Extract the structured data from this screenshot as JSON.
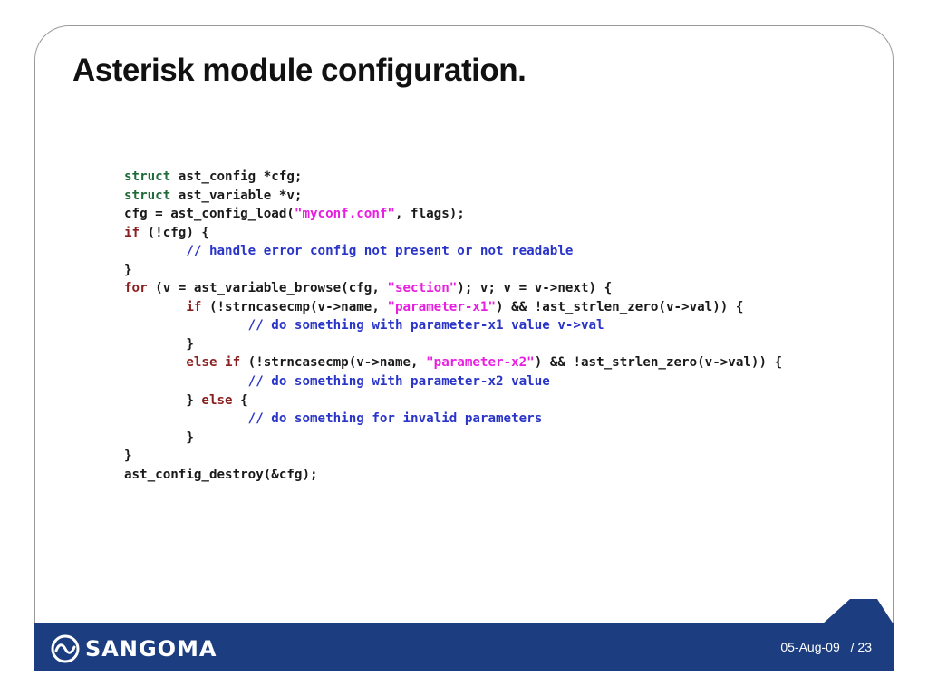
{
  "slide": {
    "title": "Asterisk module configuration."
  },
  "code": {
    "lines": [
      [
        {
          "t": "struct",
          "c": "kw-green"
        },
        {
          "t": " ast_config *cfg;",
          "c": ""
        }
      ],
      [
        {
          "t": "struct",
          "c": "kw-green"
        },
        {
          "t": " ast_variable *v;",
          "c": ""
        }
      ],
      [
        {
          "t": "cfg = ast_config_load(",
          "c": ""
        },
        {
          "t": "\"myconf.conf\"",
          "c": "str"
        },
        {
          "t": ", flags);",
          "c": ""
        }
      ],
      [
        {
          "t": "if",
          "c": "kw-red"
        },
        {
          "t": " (!cfg) {",
          "c": ""
        }
      ],
      [
        {
          "t": "        ",
          "c": ""
        },
        {
          "t": "// handle error config not present or not readable",
          "c": "cmt"
        }
      ],
      [
        {
          "t": "}",
          "c": ""
        }
      ],
      [
        {
          "t": "for",
          "c": "kw-red"
        },
        {
          "t": " (v = ast_variable_browse(cfg, ",
          "c": ""
        },
        {
          "t": "\"section\"",
          "c": "str"
        },
        {
          "t": "); v; v = v->next) {",
          "c": ""
        }
      ],
      [
        {
          "t": "        ",
          "c": ""
        },
        {
          "t": "if",
          "c": "kw-red"
        },
        {
          "t": " (!strncasecmp(v->name, ",
          "c": ""
        },
        {
          "t": "\"parameter-x1\"",
          "c": "str"
        },
        {
          "t": ") && !ast_strlen_zero(v->val)) {",
          "c": ""
        }
      ],
      [
        {
          "t": "                ",
          "c": ""
        },
        {
          "t": "// do something with parameter-x1 value v->val",
          "c": "cmt"
        }
      ],
      [
        {
          "t": "        }",
          "c": ""
        }
      ],
      [
        {
          "t": "        ",
          "c": ""
        },
        {
          "t": "else if",
          "c": "kw-red"
        },
        {
          "t": " (!strncasecmp(v->name, ",
          "c": ""
        },
        {
          "t": "\"parameter-x2\"",
          "c": "str"
        },
        {
          "t": ") && !ast_strlen_zero(v->val)) {",
          "c": ""
        }
      ],
      [
        {
          "t": "                ",
          "c": ""
        },
        {
          "t": "// do something with parameter-x2 value",
          "c": "cmt"
        }
      ],
      [
        {
          "t": "        } ",
          "c": ""
        },
        {
          "t": "else",
          "c": "kw-red"
        },
        {
          "t": " {",
          "c": ""
        }
      ],
      [
        {
          "t": "                ",
          "c": ""
        },
        {
          "t": "// do something for invalid parameters",
          "c": "cmt"
        }
      ],
      [
        {
          "t": "        }",
          "c": ""
        }
      ],
      [
        {
          "t": "}",
          "c": ""
        }
      ],
      [
        {
          "t": "ast_config_destroy(&cfg);",
          "c": ""
        }
      ]
    ]
  },
  "footer": {
    "logo_text": "SANGOMA",
    "logo_icon": "sangoma-wave-icon",
    "date": "05-Aug-09",
    "page_sep": "/",
    "page_number": "23"
  },
  "colors": {
    "footer_bar": "#1c3d80",
    "keyword_green": "#1f6b3a",
    "keyword_red": "#8a1f1f",
    "string": "#e81ee0",
    "comment": "#2a35c8"
  }
}
